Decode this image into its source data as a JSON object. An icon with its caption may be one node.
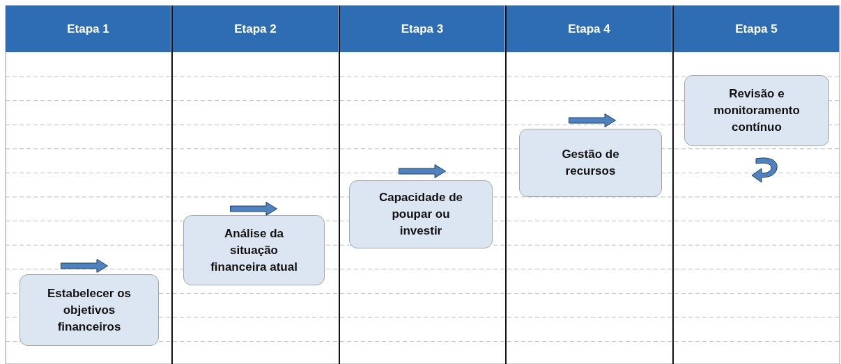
{
  "diagram": {
    "nodes": [
      {
        "text": [
          "Etapa 1"
        ]
      },
      {
        "text": [
          "Etapa 2"
        ]
      },
      {
        "text": [
          "Etapa 3"
        ]
      },
      {
        "text": [
          "Etapa 4"
        ]
      },
      {
        "text": [
          "Etapa 5"
        ]
      },
      {
        "text": [
          "Estabelecer os objetivos financeiros"
        ],
        "in": 0
      },
      {
        "text": [
          "Análise da situação financeira atual"
        ],
        "in": 1
      },
      {
        "text": [
          "Capacidade de poupar ou investir"
        ],
        "in": 2
      },
      {
        "text": [
          "Gestão de recursos"
        ],
        "in": 3
      },
      {
        "text": [
          "Revisão e monitoramento contínuo"
        ],
        "in": 4
      }
    ],
    "edges": []
  }
}
